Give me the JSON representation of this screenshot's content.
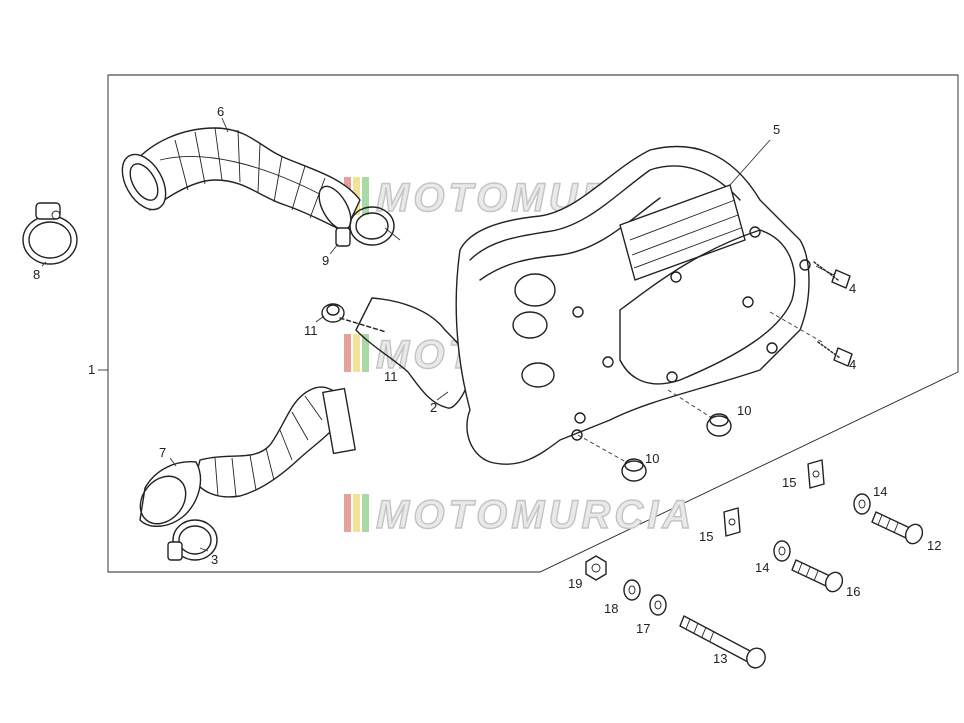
{
  "watermark": {
    "text": "MOTOMURCIA",
    "stripe_colors": [
      "#e8a09a",
      "#f3e39a",
      "#a9d9a7"
    ]
  },
  "labels": {
    "l1": "1",
    "l2": "2",
    "l3": "3",
    "l4a": "4",
    "l4b": "4",
    "l5": "5",
    "l6": "6",
    "l7": "7",
    "l8": "8",
    "l9": "9",
    "l10a": "10",
    "l10b": "10",
    "l11a": "11",
    "l11b": "11",
    "l12": "12",
    "l13": "13",
    "l14a": "14",
    "l14b": "14",
    "l15a": "15",
    "l15b": "15",
    "l16": "16",
    "l17": "17",
    "l18": "18",
    "l19": "19"
  }
}
